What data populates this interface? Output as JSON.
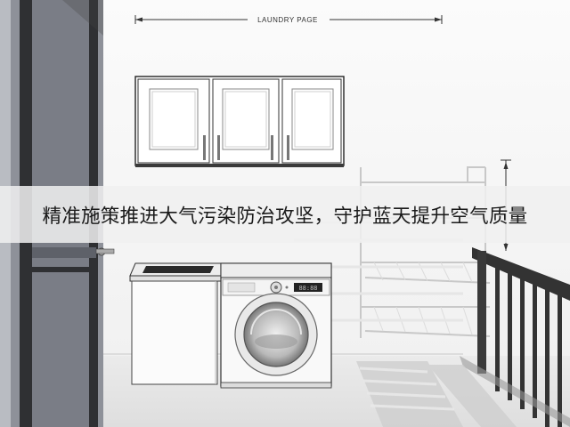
{
  "dimension": {
    "label": "LAUNDRY PAGE"
  },
  "banner": {
    "text": "精准施策推进大气污染防治攻坚，守护蓝天提升空气质量"
  },
  "washer": {
    "display_readout": "88:88"
  },
  "colors": {
    "door_panel": "#7a7d86",
    "door_frame": "#2f3033",
    "railing": "#333333",
    "floor_shadow": "#cfcfcf"
  }
}
